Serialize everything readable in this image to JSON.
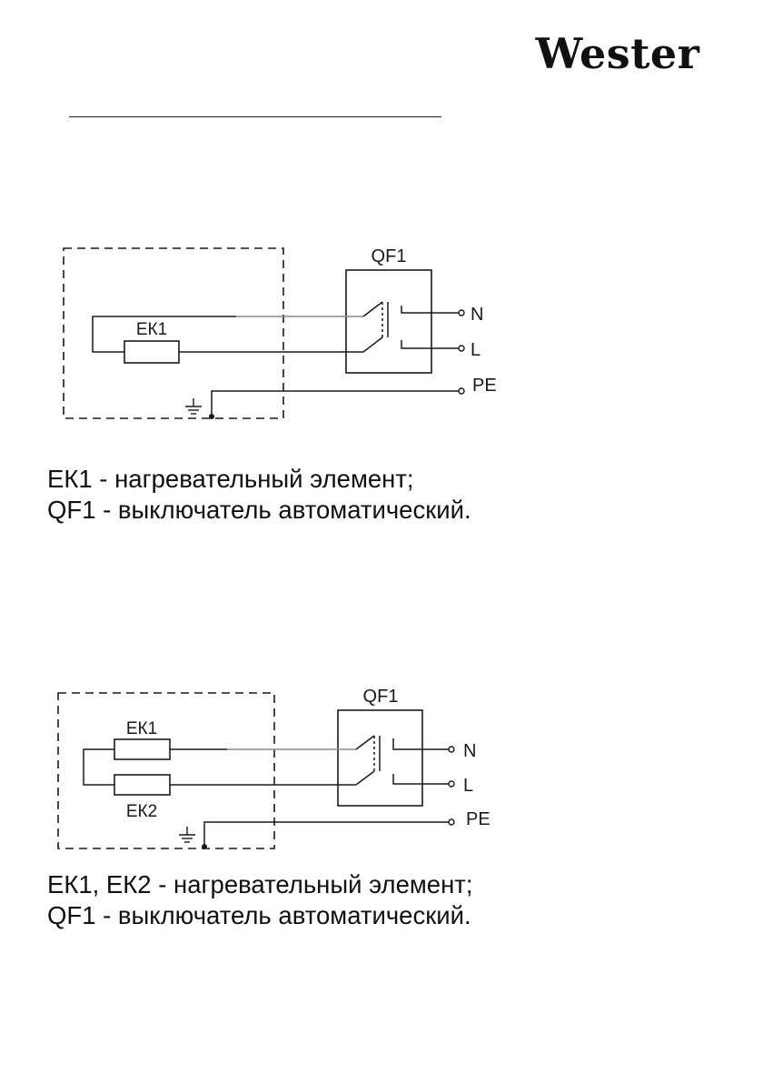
{
  "brand": {
    "logo_text": "Wester"
  },
  "colors": {
    "ink": "#1a1a1a",
    "background": "#ffffff",
    "wire_light": "#8a8a8a"
  },
  "diagram_1": {
    "breaker_label": "QF1",
    "heater_labels": [
      "ЕК1"
    ],
    "terminals": [
      "N",
      "L",
      "PE"
    ]
  },
  "legend_1": [
    "ЕК1 - нагревательный элемент;",
    "QF1 - выключатель автоматический."
  ],
  "diagram_2": {
    "breaker_label": "QF1",
    "heater_labels": [
      "ЕК1",
      "ЕК2"
    ],
    "terminals": [
      "N",
      "L",
      "PE"
    ]
  },
  "legend_2": [
    "ЕК1, ЕК2 - нагревательный элемент;",
    "QF1 - выключатель автоматический."
  ]
}
